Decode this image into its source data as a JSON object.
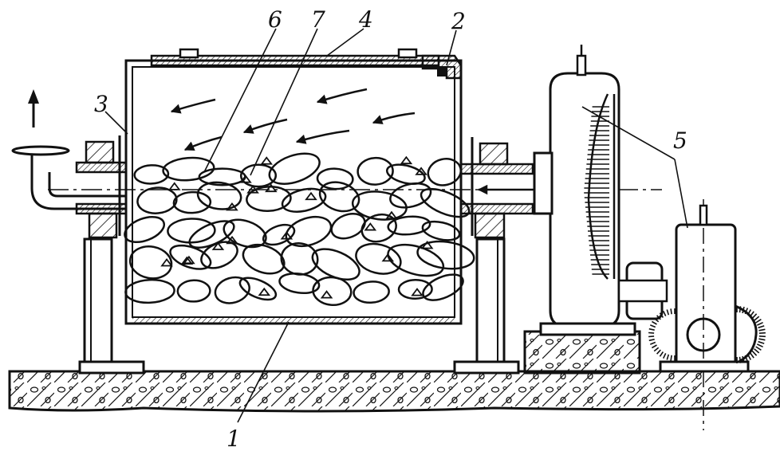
{
  "diagram": {
    "callouts": [
      {
        "id": "c6",
        "text": "6"
      },
      {
        "id": "c7",
        "text": "7"
      },
      {
        "id": "c4",
        "text": "4"
      },
      {
        "id": "c2",
        "text": "2"
      },
      {
        "id": "c3",
        "text": "3"
      },
      {
        "id": "c5",
        "text": "5"
      },
      {
        "id": "c1",
        "text": "1"
      }
    ],
    "colors": {
      "ink": "#111111",
      "paper": "#ffffff"
    }
  }
}
